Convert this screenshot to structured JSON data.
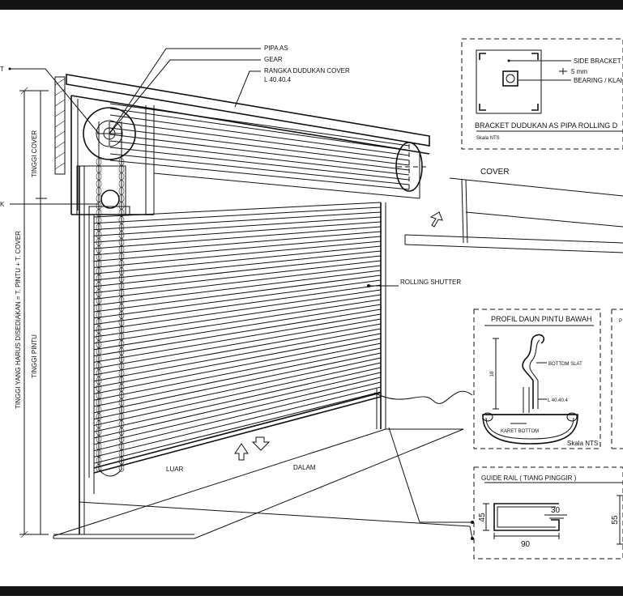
{
  "labels": {
    "pipa_as": "PIPA AS",
    "gear": "GEAR",
    "rangka_1": "RANGKA DUDUKAN COVER",
    "rangka_2": "L 40.40.4",
    "rolling_shutter": "ROLLING SHUTTER",
    "tinggi_cover": "TINGGI COVER",
    "tinggi_yang": "TINGGI YANG HARUS DISEDIAKAN = T. PINTU + T. COVER",
    "tinggi_pintu": "TINGGI PINTU",
    "luar": "LUAR",
    "dalam": "DALAM",
    "left_cut_1": "T",
    "left_cut_2": "K"
  },
  "bracket_panel": {
    "side_bracket": "SIDE BRACKET S",
    "mm": "5 mm",
    "bearing": "BEARING / KLAHA",
    "title": "BRACKET DUDUKAN AS PIPA ROLLING D",
    "scale": "Skala NTS"
  },
  "cover_detail": {
    "label": "COVER"
  },
  "profil_panel": {
    "title": "PROFIL DAUN PINTU BAWAH",
    "bottom_slat": "BOTTOM SLAT",
    "dim_left": "18",
    "l_section": "L 40.40.4",
    "karet": "KARET BOTTOM",
    "scale": "Skala NTS",
    "right_cut": "P"
  },
  "guide_panel": {
    "title": "GUIDE RAIL ( TIANG PINGGIR )",
    "dim_45": "45",
    "dim_30": "30",
    "dim_90": "90",
    "dim_55": "55"
  }
}
